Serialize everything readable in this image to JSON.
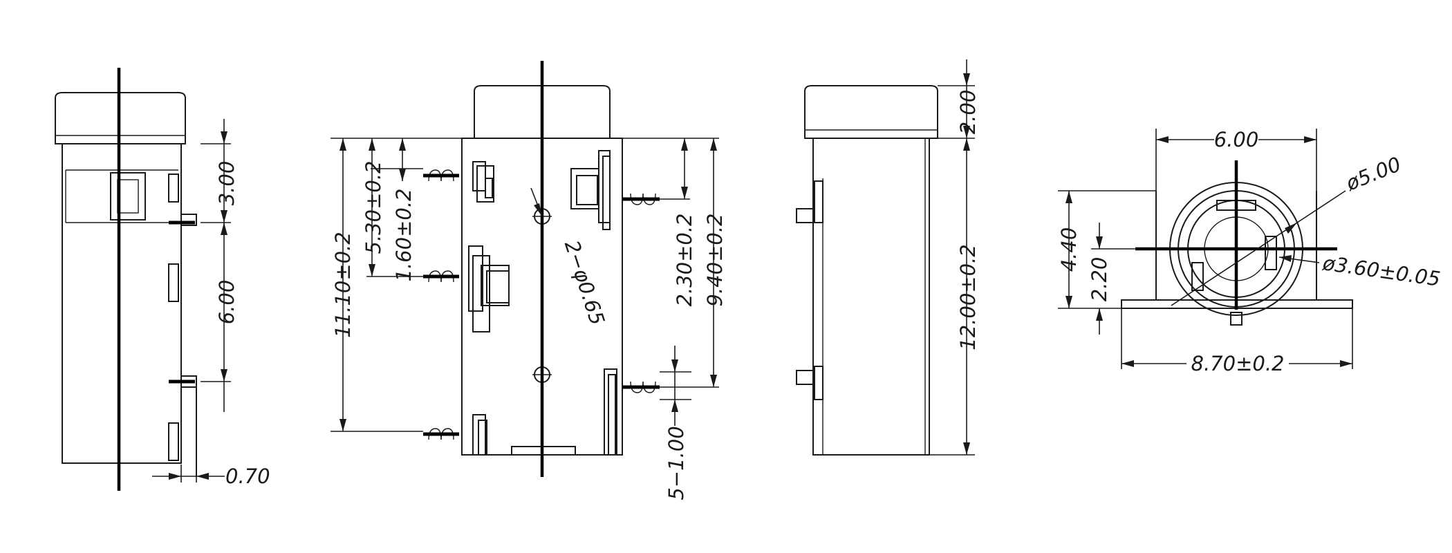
{
  "drawing": {
    "dimensions": {
      "side_view": {
        "height_upper": "3.00",
        "height_lower": "6.00",
        "thickness": "0.70"
      },
      "front_view": {
        "total_height": "11.10±0.2",
        "pin_top_offset": "5.30±0.2",
        "pin_mid_offset": "1.60±0.2",
        "hole_spec": "2−φ0.65",
        "right_pin_offset": "2.30±0.2",
        "right_span": "9.40±0.2",
        "pin_pitch": "5−1.00"
      },
      "rear_view": {
        "cap_height": "2.00",
        "body_height": "12.00±0.2"
      },
      "top_view": {
        "width": "6.00",
        "outer_diameter": "ø5.00",
        "height": "4.40",
        "center_height": "2.20",
        "inner_diameter": "ø3.60±0.05",
        "flange_width": "8.70±0.2"
      }
    }
  }
}
